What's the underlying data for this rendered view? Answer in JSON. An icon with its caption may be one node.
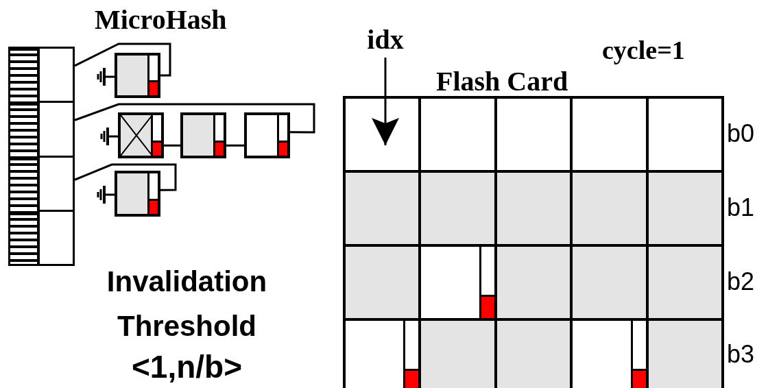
{
  "diagram": {
    "nodes": [
      {
        "text": [
          "idx"
        ]
      },
      {
        "text": [],
        "shape": "box"
      },
      {
        "text": [],
        "shape": "box"
      },
      {
        "text": [],
        "shape": "box"
      },
      {
        "text": [],
        "shape": "box"
      },
      {
        "text": [],
        "shape": "box"
      },
      {
        "text": [],
        "shape": "box"
      },
      {
        "text": [],
        "shape": "box"
      },
      {
        "text": [],
        "shape": "box"
      },
      {
        "text": [],
        "shape": "box"
      }
    ],
    "edges": [
      {
        "from": 0,
        "to": null,
        "arrow": "to"
      },
      {
        "from": 1,
        "to": 5,
        "arrow": "none"
      },
      {
        "from": 2,
        "to": 8,
        "arrow": "none"
      },
      {
        "from": 6,
        "to": 7,
        "arrow": "none"
      },
      {
        "from": 7,
        "to": 8,
        "arrow": "none"
      },
      {
        "from": 3,
        "to": 9,
        "arrow": "none"
      }
    ],
    "labels": [
      "MicroHash",
      "cycle=1",
      "Flash Card",
      "b0",
      "b1",
      "b2",
      "b3",
      "Invalidation Threshold",
      "<1,n/b>"
    ]
  }
}
